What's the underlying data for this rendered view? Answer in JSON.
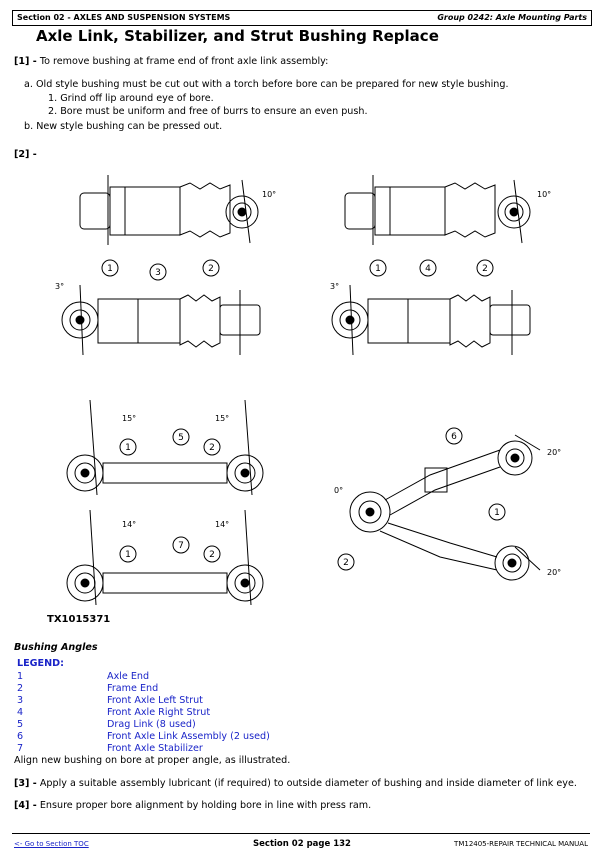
{
  "header": {
    "section": "Section 02 - AXLES AND SUSPENSION SYSTEMS",
    "group": "Group 0242: Axle Mounting Parts"
  },
  "title": "Axle Link, Stabilizer, and Strut Bushing Replace",
  "step1": {
    "num": "[1] -",
    "text": "To remove bushing at frame end of front axle link assembly:",
    "a": "a.  Old style bushing must be cut out with a torch before bore can be prepared for new style bushing.",
    "a1": "1.  Grind off lip around eye of bore.",
    "a2": "2.  Bore must be uniform and free of burrs to ensure an even push.",
    "b": "b.  New style bushing can be pressed out."
  },
  "step2": {
    "num": "[2] -"
  },
  "figure": {
    "id": "TX1015371",
    "angles": [
      "10°",
      "3°",
      "10°",
      "3°",
      "15°",
      "15°",
      "14°",
      "14°",
      "20°",
      "0°",
      "20°"
    ],
    "callouts": [
      "1",
      "3",
      "2",
      "1",
      "4",
      "2",
      "1",
      "5",
      "2",
      "1",
      "7",
      "2",
      "6",
      "1",
      "2"
    ]
  },
  "caption": "Bushing Angles",
  "legend_title": "LEGEND:",
  "legend": [
    {
      "num": "1",
      "desc": "Axle End"
    },
    {
      "num": "2",
      "desc": "Frame End"
    },
    {
      "num": "3",
      "desc": "Front Axle Left Strut"
    },
    {
      "num": "4",
      "desc": "Front Axle Right Strut"
    },
    {
      "num": "5",
      "desc": "Drag Link (8 used)"
    },
    {
      "num": "6",
      "desc": "Front Axle Link Assembly (2 used)"
    },
    {
      "num": "7",
      "desc": "Front Axle Stabilizer"
    }
  ],
  "align_note": "Align new bushing on bore at proper angle, as illustrated.",
  "step3": {
    "num": "[3] -",
    "text": "Apply a suitable assembly lubricant (if required) to outside diameter of bushing and inside diameter of link eye."
  },
  "step4": {
    "num": "[4] -",
    "text": "Ensure proper bore alignment by holding bore in line with press ram."
  },
  "footer": {
    "toc_link": "<- Go to Section TOC",
    "page": "Section 02 page 132",
    "manual": "TM12405-REPAIR TECHNICAL MANUAL"
  }
}
